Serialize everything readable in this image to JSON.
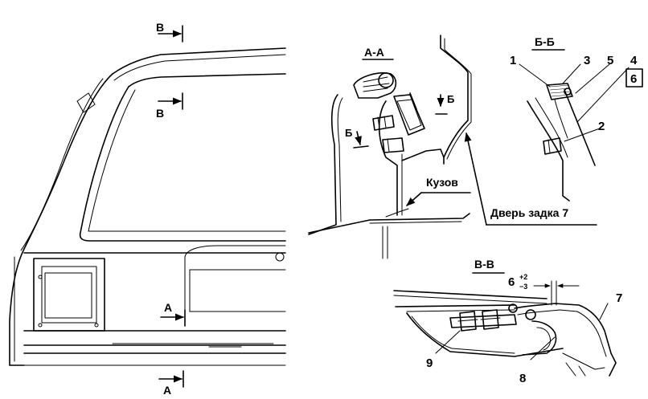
{
  "section_labels": {
    "aa": "А-А",
    "bb": "Б-Б",
    "vv": "В-В"
  },
  "cut_markers": {
    "v_top": "В",
    "v_mid": "В",
    "a_mid": "А",
    "a_bottom": "А",
    "b_upper": "Б",
    "b_lower": "Б"
  },
  "callouts": {
    "body": "Кузов",
    "door": "Дверь задка 7"
  },
  "numbers": {
    "n1": "1",
    "n2": "2",
    "n3": "3",
    "n4": "4",
    "n5": "5",
    "n6_boxed": "6",
    "n7": "7",
    "n8": "8",
    "n9": "9"
  },
  "dimension": {
    "value": "6",
    "tol_upper": "+2",
    "tol_lower": "−3"
  }
}
